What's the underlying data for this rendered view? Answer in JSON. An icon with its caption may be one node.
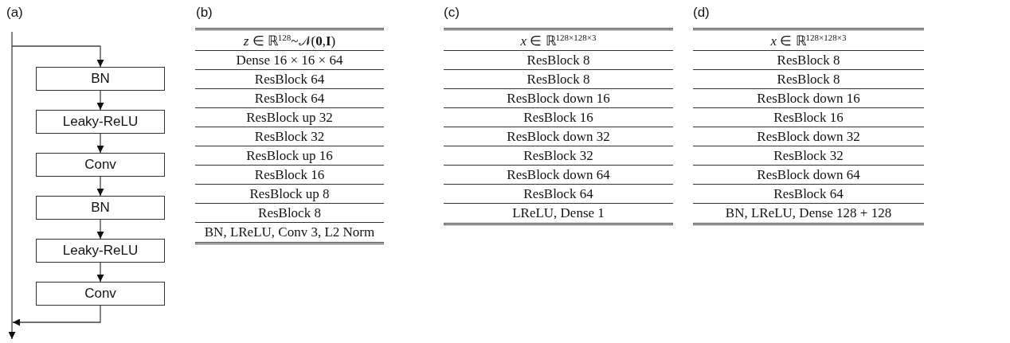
{
  "diagram": {
    "nodes": [
      {
        "text": [
          "BN"
        ]
      },
      {
        "text": [
          "Leaky-ReLU"
        ]
      },
      {
        "text": [
          "Conv"
        ]
      },
      {
        "text": [
          "BN"
        ]
      },
      {
        "text": [
          "Leaky-ReLU"
        ]
      },
      {
        "text": [
          "Conv"
        ]
      }
    ],
    "edges": [
      {
        "from": null,
        "to": 0,
        "arrow": "to"
      },
      {
        "from": 0,
        "to": 1,
        "arrow": "to"
      },
      {
        "from": 1,
        "to": 2,
        "arrow": "to"
      },
      {
        "from": 2,
        "to": 3,
        "arrow": "to"
      },
      {
        "from": 3,
        "to": 4,
        "arrow": "to"
      },
      {
        "from": 4,
        "to": 5,
        "arrow": "to"
      },
      {
        "from": 5,
        "to": null,
        "arrow": "to"
      }
    ],
    "labels": [
      "(a)",
      "(b)",
      "*z* ∈ ℝ$^{128}$~𝒩(**0**,**I**)",
      "Dense 16 × 16 × 64",
      "ResBlock 64",
      "ResBlock 64",
      "ResBlock up 32",
      "ResBlock 32",
      "ResBlock up 16",
      "ResBlock 16",
      "ResBlock up 8",
      "ResBlock 8",
      "BN, LReLU, Conv 3, L2 Norm",
      "(c)",
      "*x* ∈ ℝ$^{128×128×3}$",
      "ResBlock 8",
      "ResBlock 8",
      "ResBlock down 16",
      "ResBlock 16",
      "ResBlock down 32",
      "ResBlock 32",
      "ResBlock down 64",
      "ResBlock 64",
      "LReLU, Dense 1",
      "(d)",
      "*x* ∈ ℝ$^{128×128×3}$",
      "ResBlock 8",
      "ResBlock 8",
      "ResBlock down 16",
      "ResBlock 16",
      "ResBlock down 32",
      "ResBlock 32",
      "ResBlock down 64",
      "ResBlock 64",
      "BN, LReLU, Dense 128 + 128"
    ]
  }
}
